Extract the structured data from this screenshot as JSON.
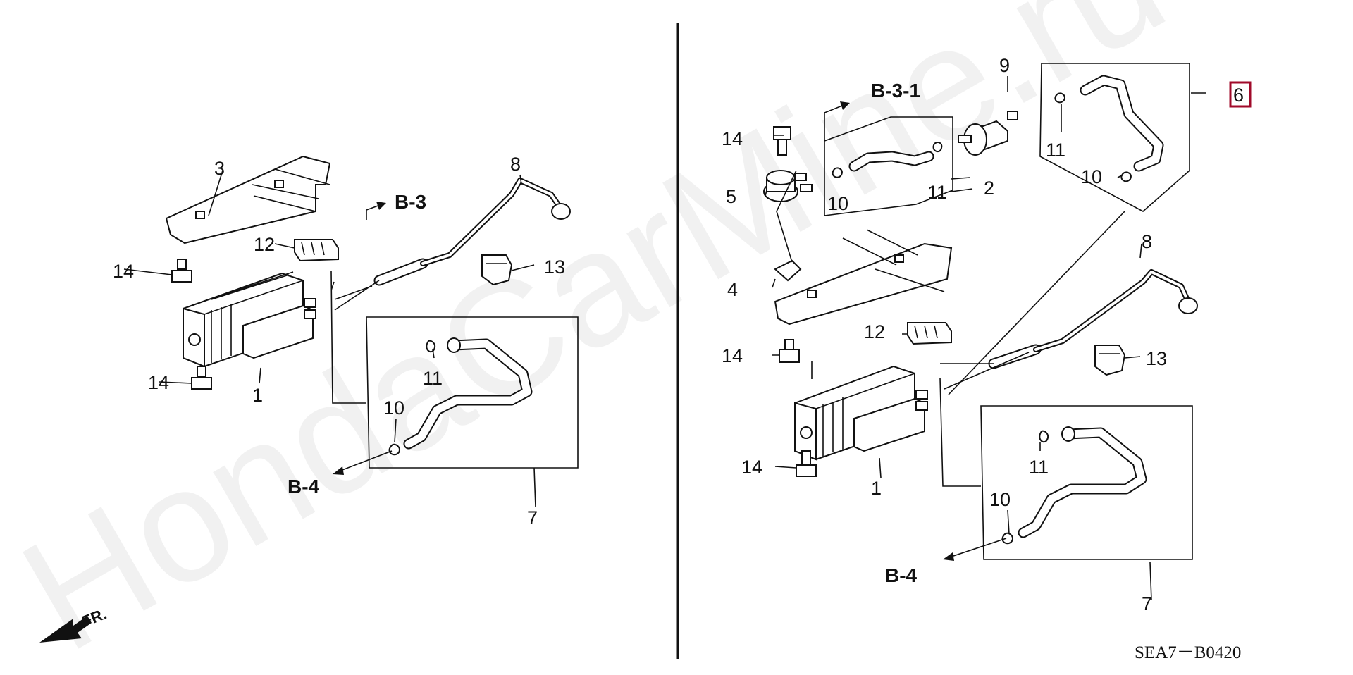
{
  "watermark": "HondaCarMine.ru",
  "diagram_code": "SEA7－B0420",
  "front_indicator": "FR.",
  "left_panel": {
    "callouts": {
      "c1": "1",
      "c3": "3",
      "c7": "7",
      "c8": "8",
      "c10": "10",
      "c11": "11",
      "c12": "12",
      "c13": "13",
      "c14a": "14",
      "c14b": "14"
    },
    "refs": {
      "b3": "B-3",
      "b4": "B-4"
    }
  },
  "right_panel": {
    "callouts": {
      "c1": "1",
      "c2": "2",
      "c4": "4",
      "c5": "5",
      "c6": "6",
      "c7": "7",
      "c8": "8",
      "c9": "9",
      "c10a": "10",
      "c10b": "10",
      "c10c": "10",
      "c11a": "11",
      "c11b": "11",
      "c11c": "11",
      "c12": "12",
      "c13": "13",
      "c14a": "14",
      "c14b": "14",
      "c14c": "14"
    },
    "refs": {
      "b31": "B-3-1",
      "b4": "B-4"
    }
  },
  "colors": {
    "highlight": "#a00a2a",
    "line": "#111111"
  }
}
